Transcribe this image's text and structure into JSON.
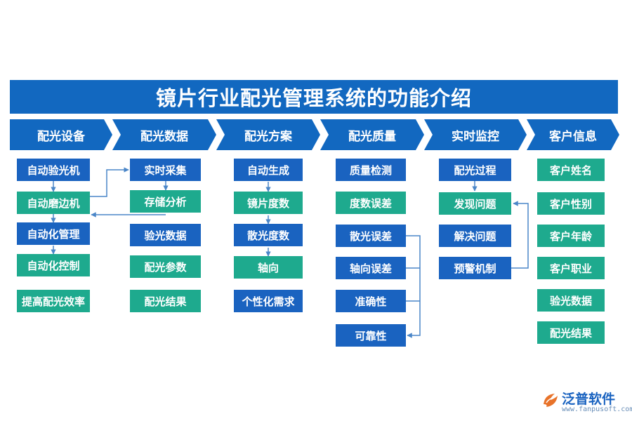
{
  "title": "镜片行业配光管理系统的功能介绍",
  "columns": [
    {
      "header": "配光设备",
      "items": [
        "自动验光机",
        "自动磨边机",
        "自动化管理",
        "自动化控制",
        "提高配光效率"
      ]
    },
    {
      "header": "配光数据",
      "items": [
        "实时采集",
        "存储分析",
        "验光数据",
        "配光参数",
        "配光结果"
      ]
    },
    {
      "header": "配光方案",
      "items": [
        "自动生成",
        "镜片度数",
        "散光度数",
        "轴向",
        "个性化需求"
      ]
    },
    {
      "header": "配光质量",
      "items": [
        "质量检测",
        "度数误差",
        "散光误差",
        "轴向误差",
        "准确性",
        "可靠性"
      ]
    },
    {
      "header": "实时监控",
      "items": [
        "配光过程",
        "发现问题",
        "解决问题",
        "预警机制"
      ]
    },
    {
      "header": "客户信息",
      "items": [
        "客户姓名",
        "客户性别",
        "客户年龄",
        "客户职业",
        "验光数据",
        "配光结果"
      ]
    }
  ],
  "logo": {
    "name": "泛普软件",
    "url": "www.fanpusoft.com"
  },
  "colors": {
    "header": "#1268c0",
    "blue_box": "#1a63c0",
    "teal_box": "#1eaa8e",
    "connector": "#4a86c8"
  }
}
